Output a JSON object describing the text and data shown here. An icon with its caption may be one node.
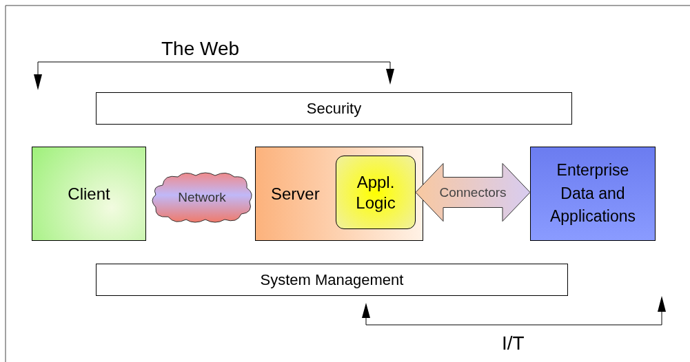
{
  "diagram": {
    "nodes": [
      {
        "text": [
          "Security"
        ]
      },
      {
        "text": [
          "Client"
        ]
      },
      {
        "text": [
          "Network"
        ]
      },
      {
        "text": [
          "Server"
        ]
      },
      {
        "text": [
          "Appl. Logic"
        ],
        "in": 3
      },
      {
        "text": [
          "Enterprise Data and Applications"
        ]
      },
      {
        "text": [
          "System Management"
        ]
      }
    ],
    "edges": [
      {
        "from": 4,
        "to": 5,
        "arrow": "both",
        "label": "Connectors",
        "style": "thick"
      }
    ],
    "labels": [
      "The Web",
      "I/T"
    ]
  }
}
